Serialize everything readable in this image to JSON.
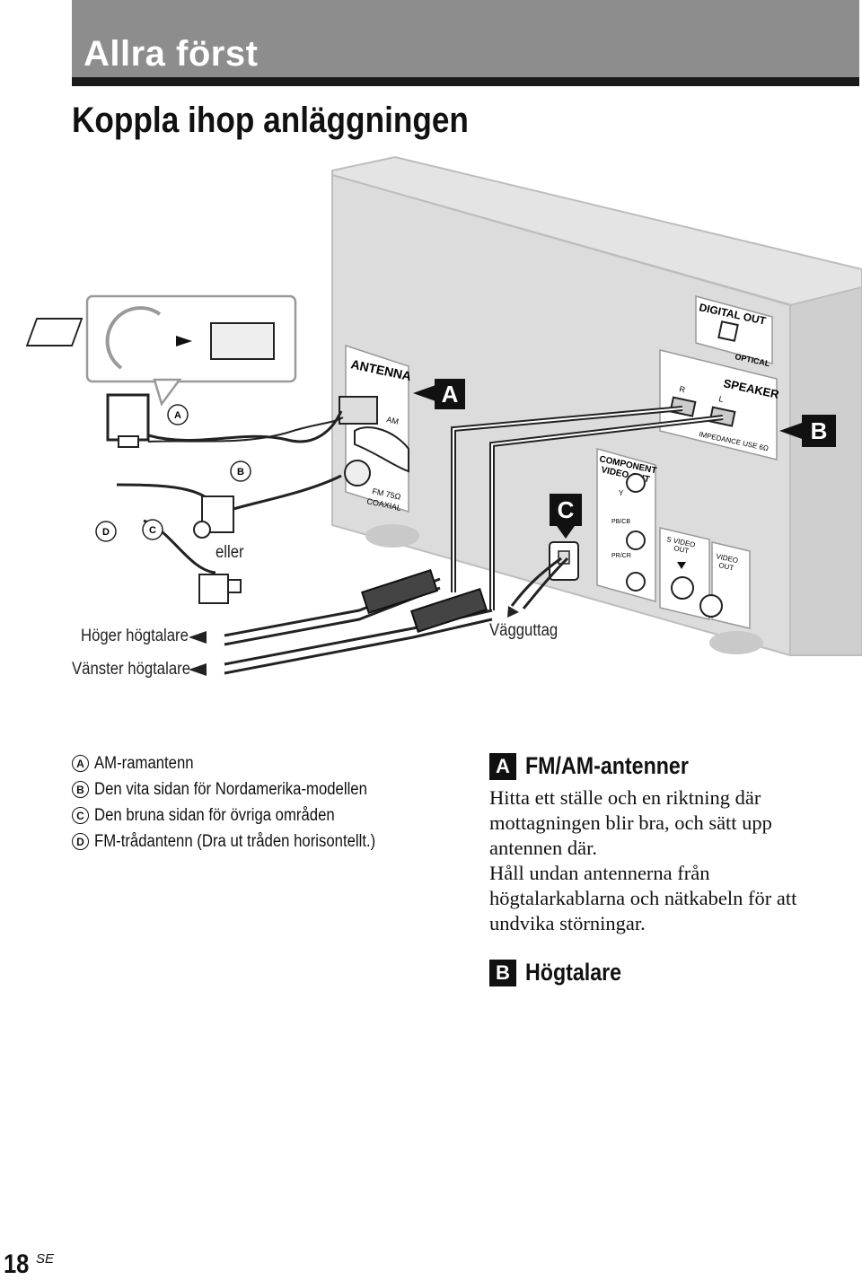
{
  "header": {
    "section_title": "Allra först"
  },
  "page": {
    "title": "Koppla ihop anläggningen",
    "number": "18",
    "number_suffix": "SE"
  },
  "diagram": {
    "panel_labels": {
      "antenna": "ANTENNA",
      "am": "AM",
      "fm": "FM 75Ω",
      "coaxial": "COAXIAL",
      "digital_out": "DIGITAL OUT",
      "optical": "OPTICAL",
      "speaker": "SPEAKER",
      "r": "R",
      "l": "L",
      "impedance": "IMPEDANCE USE 6Ω",
      "component": "COMPONENT",
      "video_out": "VIDEO OUT",
      "y": "Y",
      "pb": "PB/CB",
      "pr": "PR/CR",
      "s_video_1": "S VIDEO",
      "s_video_2": "OUT",
      "video_1": "VIDEO",
      "video_2": "OUT"
    },
    "badges": {
      "a": "A",
      "b": "B",
      "c": "C"
    },
    "circles": {
      "a": "A",
      "b": "B",
      "c": "C",
      "d": "D"
    },
    "captions": {
      "eller": "eller",
      "right_speaker": "Höger högtalare",
      "left_speaker": "Vänster högtalare",
      "wall_outlet": "Vägguttag"
    }
  },
  "legend": [
    {
      "letter": "A",
      "text": "AM-ramantenn"
    },
    {
      "letter": "B",
      "text": "Den vita sidan för Nordamerika-modellen"
    },
    {
      "letter": "C",
      "text": "Den bruna sidan för övriga områden"
    },
    {
      "letter": "D",
      "text": "FM-trådantenn (Dra ut tråden horisontellt.)"
    }
  ],
  "sections": [
    {
      "badge": "A",
      "title": "FM/AM-antenner",
      "paragraphs": [
        "Hitta ett ställe och en riktning där mottagningen blir bra, och sätt upp antennen där.",
        "Håll undan antennerna från högtalarkablarna och nätkabeln för att undvika störningar."
      ]
    },
    {
      "badge": "B",
      "title": "Högtalare",
      "paragraphs": []
    }
  ]
}
